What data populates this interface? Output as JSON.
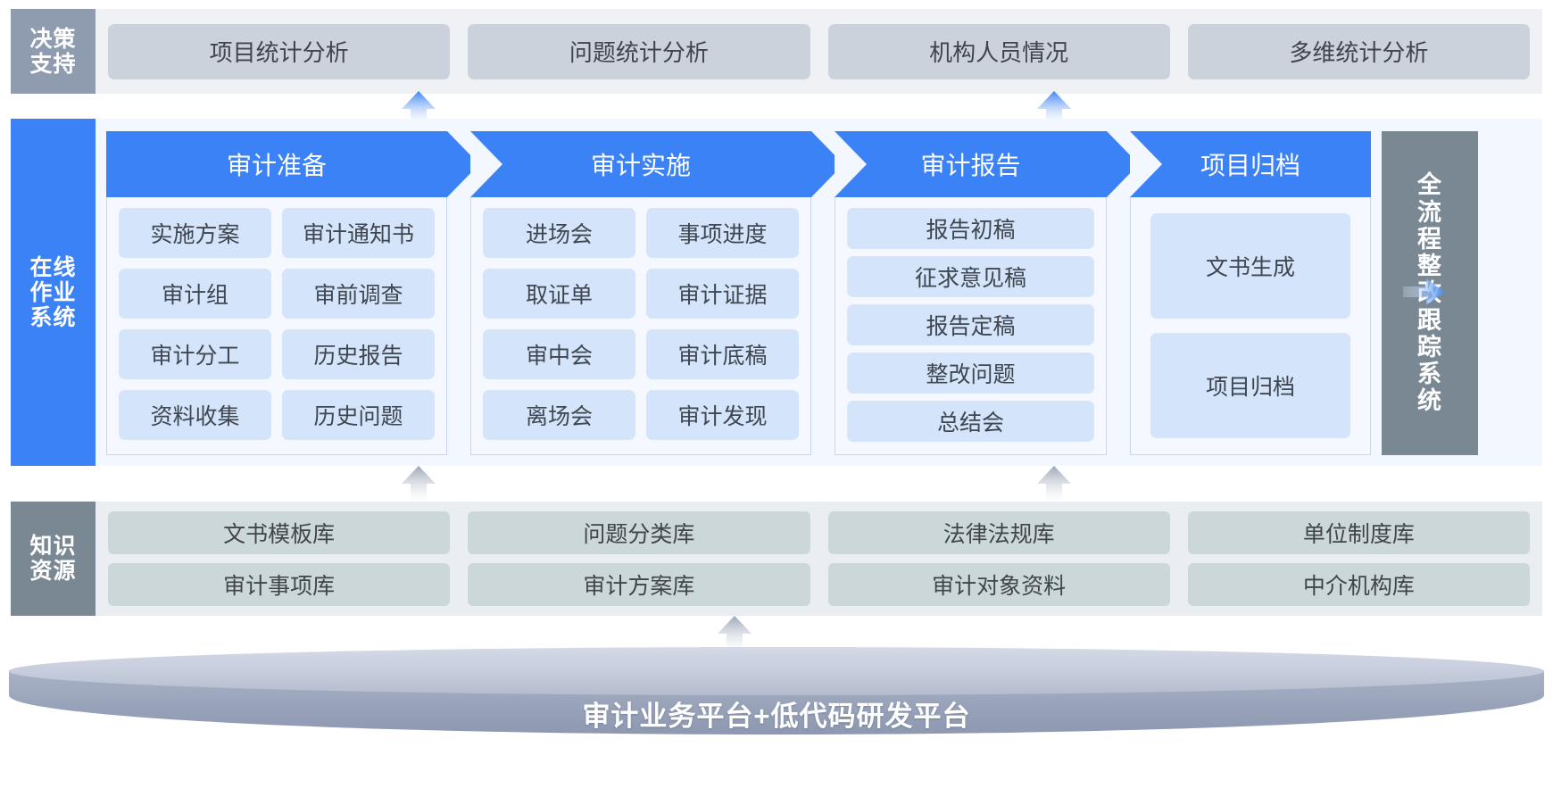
{
  "layers": {
    "decision": {
      "label_lines": [
        "决策",
        "支持"
      ],
      "cards": [
        "项目统计分析",
        "问题统计分析",
        "机构人员情况",
        "多维统计分析"
      ]
    },
    "online": {
      "label_lines": [
        "在线",
        "作业",
        "系统"
      ],
      "phases": [
        {
          "title": "审计准备",
          "layout": "two-col",
          "tiles": [
            "实施方案",
            "审计通知书",
            "审计组",
            "审前调查",
            "审计分工",
            "历史报告",
            "资料收集",
            "历史问题"
          ]
        },
        {
          "title": "审计实施",
          "layout": "two-col",
          "tiles": [
            "进场会",
            "事项进度",
            "取证单",
            "审计证据",
            "审中会",
            "审计底稿",
            "离场会",
            "审计发现"
          ]
        },
        {
          "title": "审计报告",
          "layout": "one-col",
          "tiles": [
            "报告初稿",
            "征求意见稿",
            "报告定稿",
            "整改问题",
            "总结会"
          ]
        },
        {
          "title": "项目归档",
          "layout": "big-col",
          "tiles": [
            "文书生成",
            "项目归档"
          ]
        }
      ]
    },
    "right_band": {
      "label_chars": [
        "全",
        "流",
        "程",
        "整",
        "改",
        "跟",
        "踪",
        "系",
        "统"
      ]
    },
    "knowledge": {
      "label_lines": [
        "知识",
        "资源"
      ],
      "rows": [
        [
          "文书模板库",
          "问题分类库",
          "法律法规库",
          "单位制度库"
        ],
        [
          "审计事项库",
          "审计方案库",
          "审计对象资料",
          "中介机构库"
        ]
      ]
    },
    "platform": {
      "label": "审计业务平台+低代码研发平台"
    }
  },
  "colors": {
    "primary_blue": "#3b82f6",
    "tile_blue": "#d3e4fb",
    "band_gray": "#8f9bae",
    "band_gray_dark": "#7a8894",
    "decision_card": "#ccd2dc",
    "knowledge_card": "#ccd7d9",
    "platform_gray": "#98a3ba"
  }
}
